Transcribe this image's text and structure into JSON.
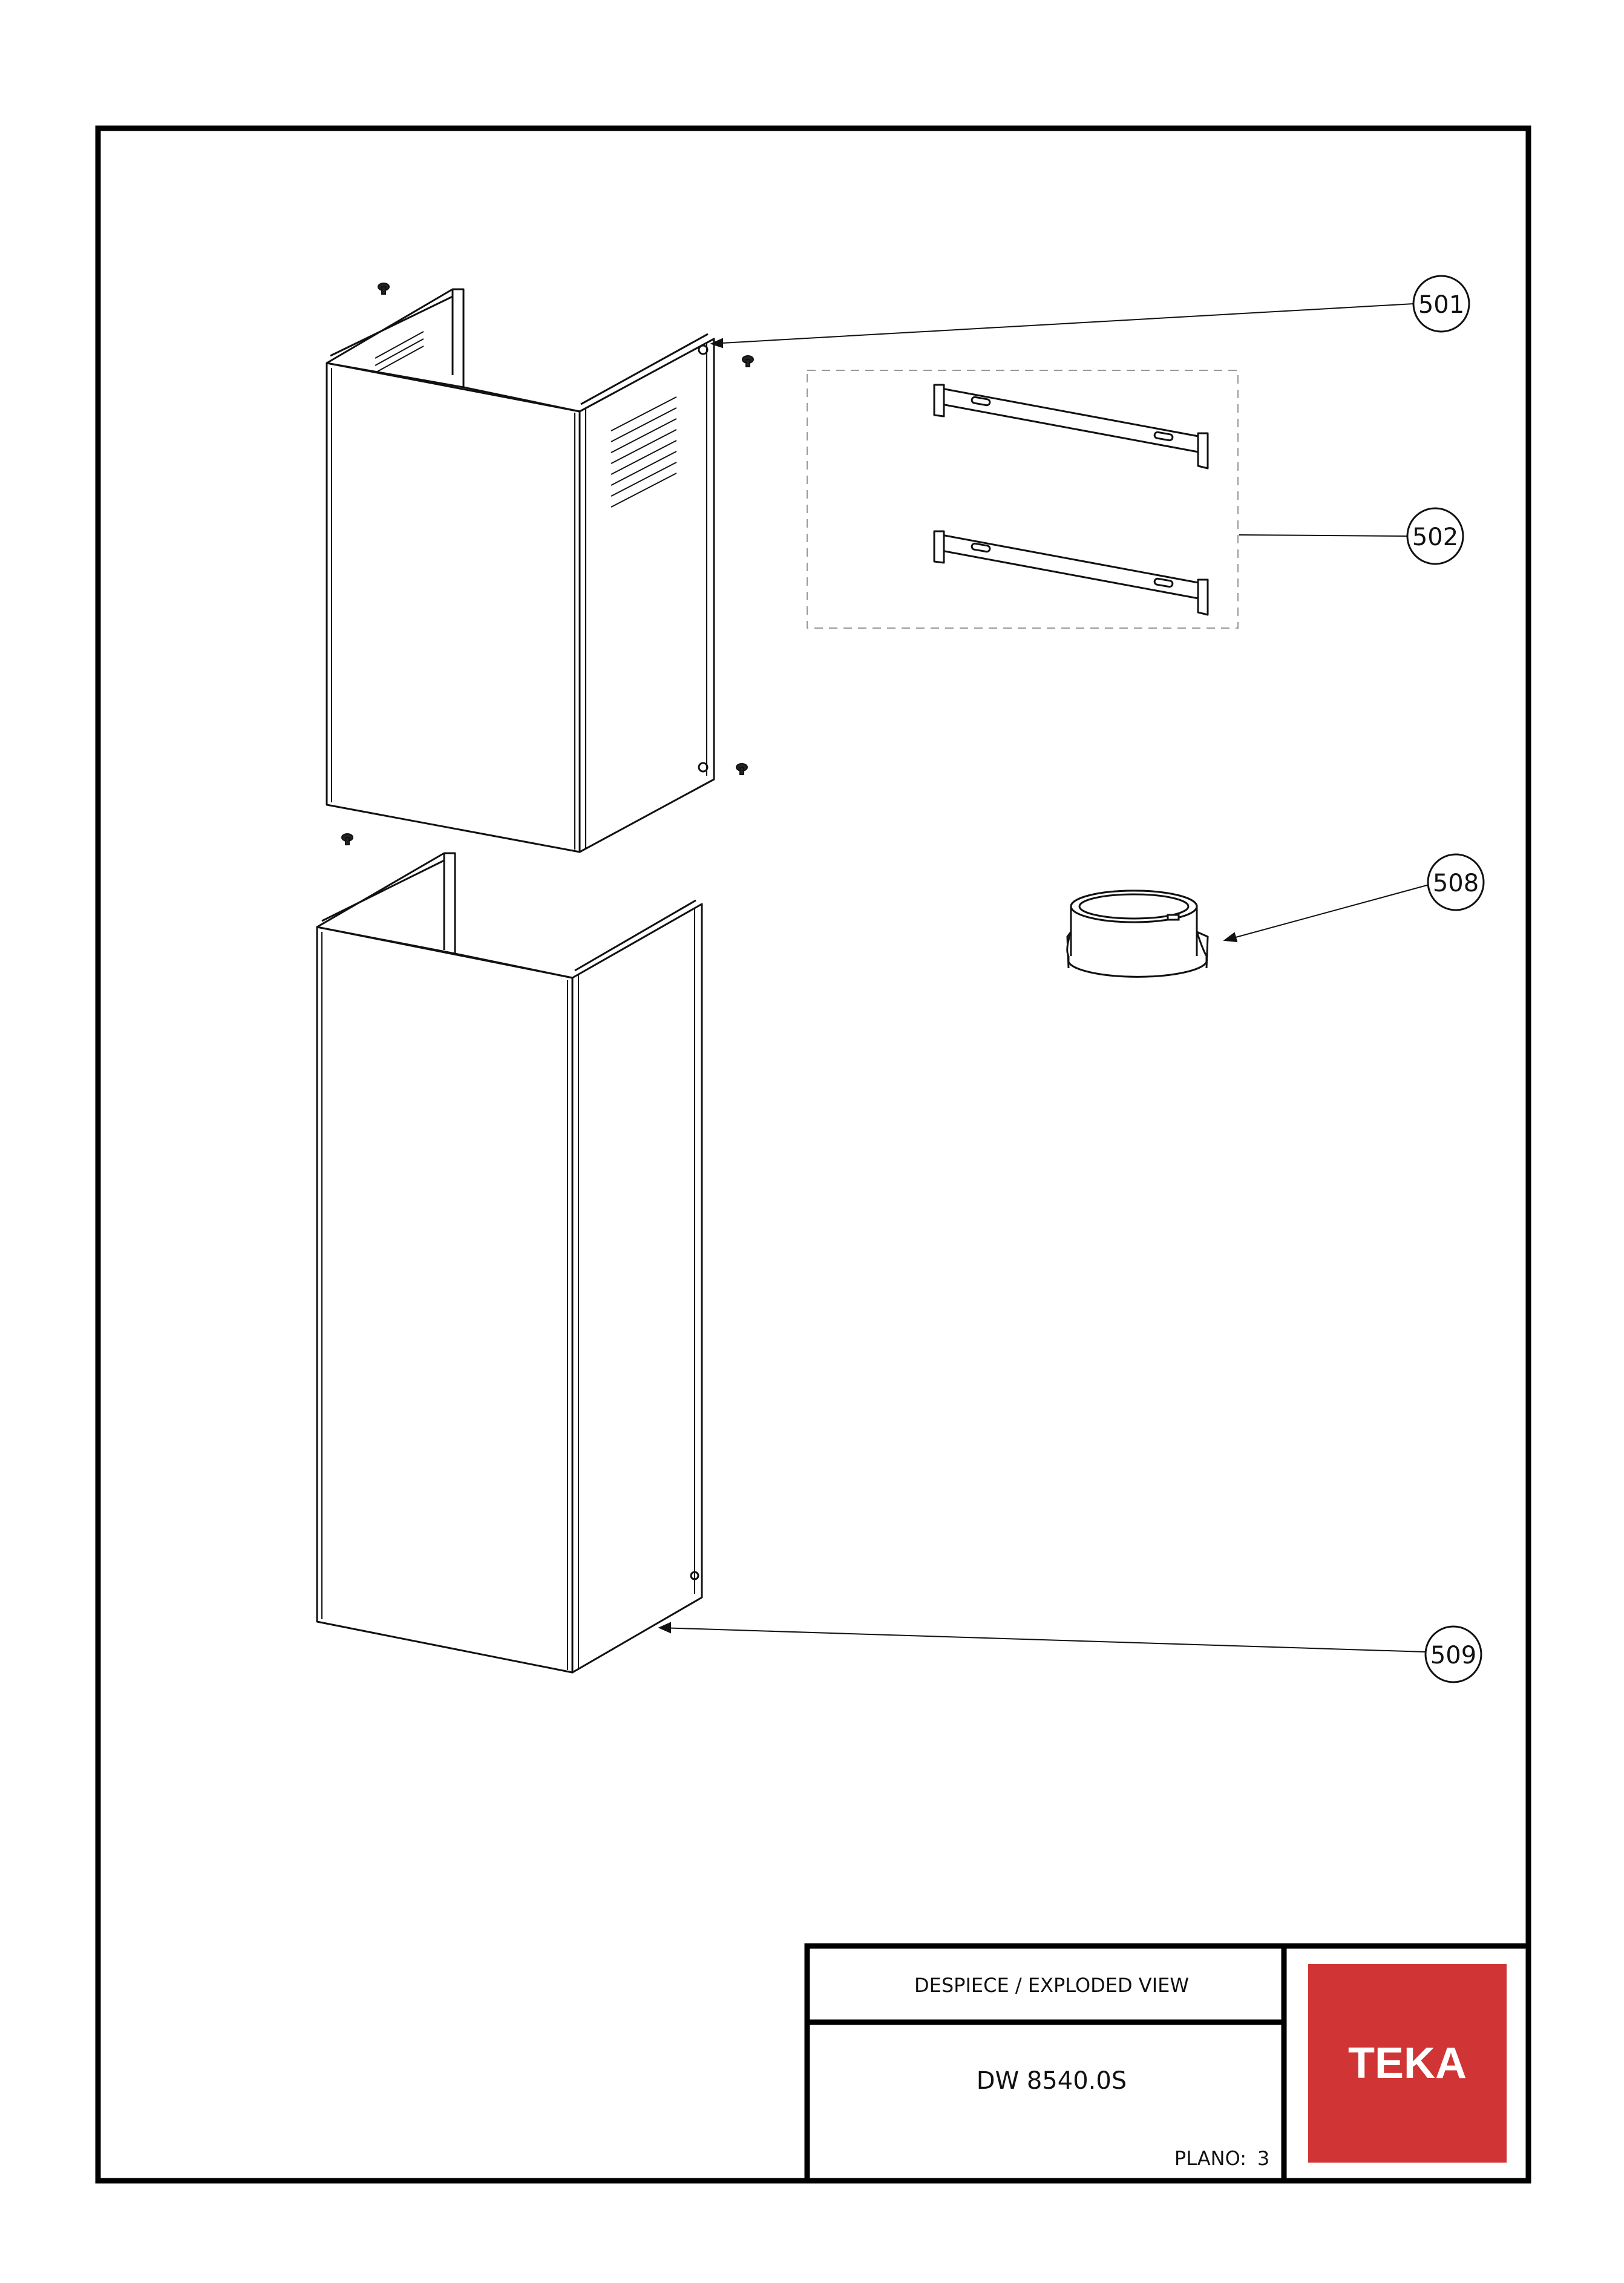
{
  "drawing": {
    "callouts": [
      {
        "id": "callout-501",
        "label": "501"
      },
      {
        "id": "callout-502",
        "label": "502"
      },
      {
        "id": "callout-508",
        "label": "508"
      },
      {
        "id": "callout-509",
        "label": "509"
      }
    ]
  },
  "title_block": {
    "heading": "DESPIECE / EXPLODED VIEW",
    "model": "DW 8540.0S",
    "sheet_label": "PLANO:",
    "sheet_number": "3"
  },
  "brand": {
    "name": "TEKA",
    "logo_color": "#d03434",
    "logo_text_color": "#ffffff"
  }
}
